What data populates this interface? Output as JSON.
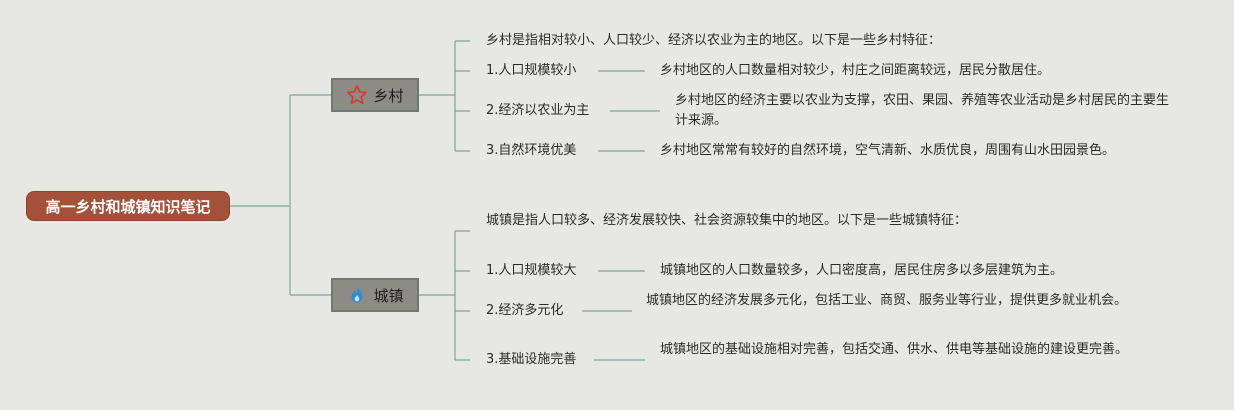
{
  "root": {
    "title": "高一乡村和城镇知识笔记"
  },
  "branches": [
    {
      "name": "乡村",
      "icon": "star-icon",
      "intro": "乡村是指相对较小、人口较少、经济以农业为主的地区。以下是一些乡村特征：",
      "items": [
        {
          "title": "1.人口规模较小",
          "desc": "乡村地区的人口数量相对较少，村庄之间距离较远，居民分散居住。"
        },
        {
          "title": "2.经济以农业为主",
          "desc": "乡村地区的经济主要以农业为支撑，农田、果园、养殖等农业活动是乡村居民的主要生计来源。"
        },
        {
          "title": "3.自然环境优美",
          "desc": "乡村地区常常有较好的自然环境，空气清新、水质优良，周围有山水田园景色。"
        }
      ]
    },
    {
      "name": "城镇",
      "icon": "flame-icon",
      "intro": "城镇是指人口较多、经济发展较快、社会资源较集中的地区。以下是一些城镇特征：",
      "items": [
        {
          "title": "1.人口规模较大",
          "desc": "城镇地区的人口数量较多，人口密度高，居民住房多以多层建筑为主。"
        },
        {
          "title": "2.经济多元化",
          "desc": "城镇地区的经济发展多元化，包括工业、商贸、服务业等行业，提供更多就业机会。"
        },
        {
          "title": "3.基础设施完善",
          "desc": "城镇地区的基础设施相对完善，包括交通、供水、供电等基础设施的建设更完善。"
        }
      ]
    }
  ],
  "colors": {
    "root": "#a55039",
    "branch": "#8c8c84",
    "line": "#7aa59a",
    "background": "#e7e8e3"
  }
}
